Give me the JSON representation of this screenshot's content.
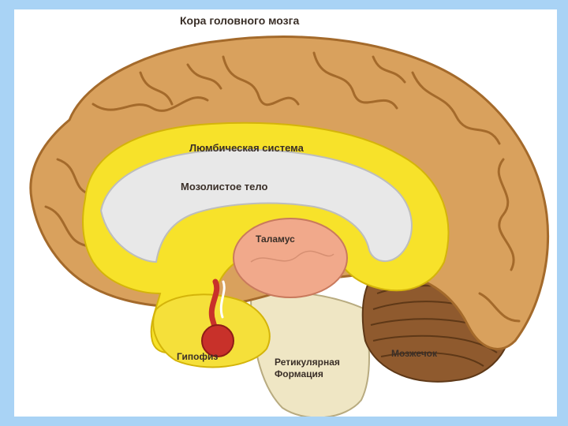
{
  "labels": {
    "cortex": "Кора головного мозга",
    "limbic": "Люмбическая система",
    "corpus_callosum": "Мозолистое тело",
    "thalamus": "Таламус",
    "pituitary": "Гипофиз",
    "reticular_line1": "Ретикулярная",
    "reticular_line2": "Формация",
    "cerebellum": "Мозжечок"
  },
  "colors": {
    "slide_background": "#a9d3f5",
    "cortex": "#d9a15d",
    "cortex_outline": "#a46a2b",
    "limbic": "#f7e22a",
    "corpus_callosum": "#e8e8e8",
    "thalamus": "#f1a98b",
    "brainstem": "#efe6c4",
    "cerebellum": "#8f5a2e",
    "pituitary": "#c8312a",
    "text": "#3a2f28"
  }
}
